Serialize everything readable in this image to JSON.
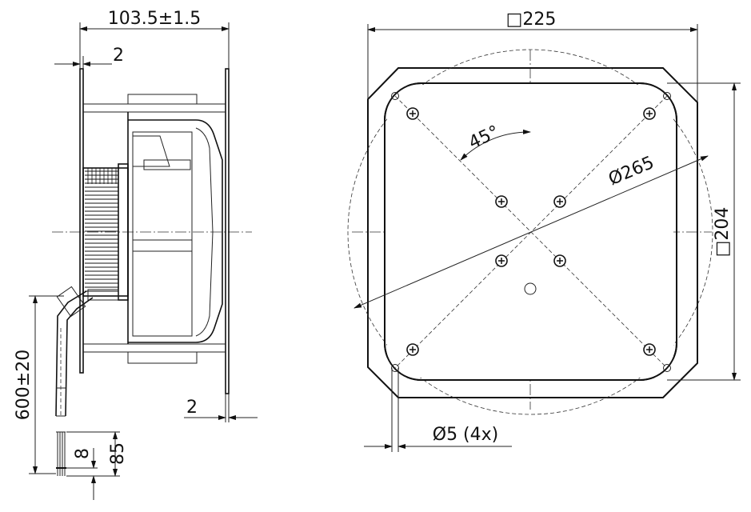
{
  "side_view": {
    "overall_depth": "103.5±1.5",
    "front_flange": "2",
    "rear_flange": "2",
    "cable_length": "600±20",
    "strip_short": "8",
    "strip_long": "85"
  },
  "front_view": {
    "outer_square": "□225",
    "mounting_square": "□204",
    "bolt_circle": "Ø265",
    "angle": "45°",
    "holes": "Ø5 (4x)"
  },
  "colors": {
    "line": "#111111",
    "background": "#ffffff"
  }
}
